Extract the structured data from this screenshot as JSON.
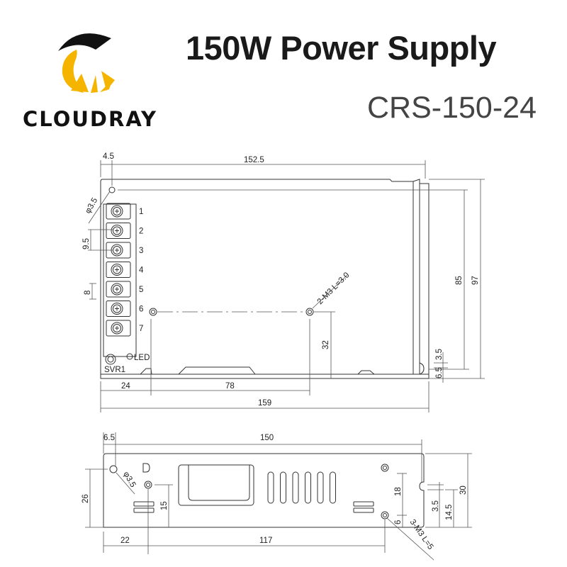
{
  "brand": {
    "name": "CLOUDRAY",
    "accent": "#F4B400"
  },
  "header": {
    "title": "150W Power Supply",
    "model": "CRS-150-24"
  },
  "top_view": {
    "terminals": [
      "1",
      "2",
      "3",
      "4",
      "5",
      "6",
      "7"
    ],
    "svr_label": "SVR1",
    "led_label": "LED",
    "dims": {
      "hole_offset": "4.5",
      "length_holes": "152.5",
      "hole_dia": "φ3.5",
      "pitch": "9.5",
      "terminal_width": "8",
      "mount_screw": "2-M3 L=3.0",
      "height_holes": "85",
      "height_total": "97",
      "mount_height": "32",
      "notch": "3.5",
      "notch_offset": "6.5",
      "left_to_mount": "24",
      "mount_spacing": "78",
      "total_length": "159"
    }
  },
  "side_view": {
    "dims": {
      "hole_offset": "6.5",
      "length_holes": "150",
      "hole_dia": "φ3.5",
      "hole_height": "26",
      "screw_height": "15",
      "left_to_screw": "22",
      "screw_spacing": "117",
      "screw_vspacing": "18",
      "screw_bottom": "6",
      "notch": "3.5",
      "notch_height": "14.5",
      "height_total": "30",
      "mount_screw": "3-M3 L=5"
    }
  }
}
